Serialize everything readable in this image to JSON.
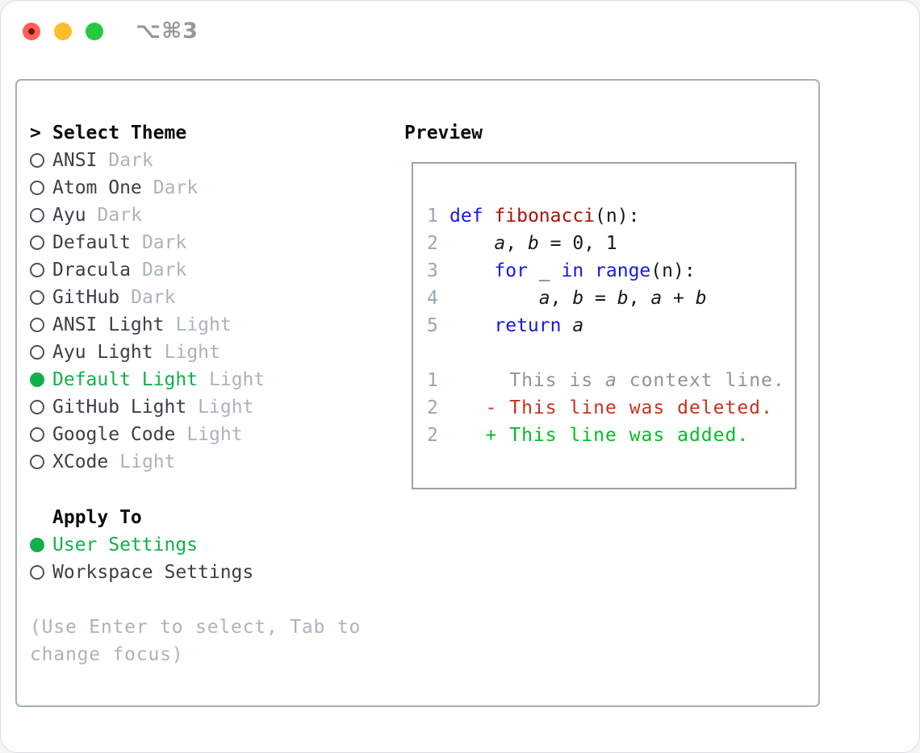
{
  "window": {
    "title": "⌥⌘3"
  },
  "colors": {
    "selection_green": "#12b04b",
    "keyword_blue": "#1618ec",
    "function_red": "#a51506",
    "diff_deleted_red": "#c63320",
    "diff_added_green": "#00bf22",
    "muted_gray": "#abb3bf",
    "panel_border": "#a6aebb",
    "traffic_red": "#ff5f57",
    "traffic_yellow": "#febc2e",
    "traffic_green": "#28c840"
  },
  "theme_list": {
    "cursor": ">",
    "title": "Select Theme",
    "items": [
      {
        "name": "ANSI",
        "variant": "Dark",
        "selected": false
      },
      {
        "name": "Atom One",
        "variant": "Dark",
        "selected": false
      },
      {
        "name": "Ayu",
        "variant": "Dark",
        "selected": false
      },
      {
        "name": "Default",
        "variant": "Dark",
        "selected": false
      },
      {
        "name": "Dracula",
        "variant": "Dark",
        "selected": false
      },
      {
        "name": "GitHub",
        "variant": "Dark",
        "selected": false
      },
      {
        "name": "ANSI Light",
        "variant": "Light",
        "selected": false
      },
      {
        "name": "Ayu Light",
        "variant": "Light",
        "selected": false
      },
      {
        "name": "Default Light",
        "variant": "Light",
        "selected": true
      },
      {
        "name": "GitHub Light",
        "variant": "Light",
        "selected": false
      },
      {
        "name": "Google Code",
        "variant": "Light",
        "selected": false
      },
      {
        "name": "XCode",
        "variant": "Light",
        "selected": false
      }
    ]
  },
  "apply_section": {
    "title": "Apply To",
    "items": [
      {
        "name": "User Settings",
        "selected": true
      },
      {
        "name": "Workspace Settings",
        "selected": false
      }
    ]
  },
  "hint": "(Use Enter to select, Tab to\nchange focus)",
  "preview": {
    "title": "Preview",
    "lines": [
      {
        "num": "1",
        "tokens": [
          [
            "kw",
            "def"
          ],
          [
            "plain",
            " "
          ],
          [
            "fn",
            "fibonacci"
          ],
          [
            "plain",
            "(n):"
          ]
        ]
      },
      {
        "num": "2",
        "tokens": [
          [
            "plain",
            "    "
          ],
          [
            "var",
            "a"
          ],
          [
            "plain",
            ", "
          ],
          [
            "var",
            "b"
          ],
          [
            "plain",
            " = 0, 1"
          ]
        ]
      },
      {
        "num": "3",
        "tokens": [
          [
            "plain",
            "    "
          ],
          [
            "kw",
            "for"
          ],
          [
            "plain",
            " _ "
          ],
          [
            "kw",
            "in"
          ],
          [
            "plain",
            " "
          ],
          [
            "kw",
            "range"
          ],
          [
            "plain",
            "(n):"
          ]
        ]
      },
      {
        "num": "4",
        "tokens": [
          [
            "plain",
            "        "
          ],
          [
            "var",
            "a"
          ],
          [
            "plain",
            ", "
          ],
          [
            "var",
            "b"
          ],
          [
            "plain",
            " = "
          ],
          [
            "var",
            "b"
          ],
          [
            "plain",
            ", "
          ],
          [
            "var",
            "a"
          ],
          [
            "plain",
            " + "
          ],
          [
            "var",
            "b"
          ]
        ]
      },
      {
        "num": "5",
        "tokens": [
          [
            "plain",
            "    "
          ],
          [
            "kw",
            "return"
          ],
          [
            "plain",
            " "
          ],
          [
            "var",
            "a"
          ]
        ]
      },
      {
        "num": "",
        "tokens": []
      },
      {
        "num": "1",
        "tokens": [
          [
            "ctx",
            "     This is "
          ],
          [
            "ctxvar",
            "a"
          ],
          [
            "ctx",
            " context line."
          ]
        ]
      },
      {
        "num": "2",
        "tokens": [
          [
            "del",
            "   - This line was deleted."
          ]
        ]
      },
      {
        "num": "2",
        "tokens": [
          [
            "add",
            "   + This line was added."
          ]
        ]
      }
    ]
  }
}
